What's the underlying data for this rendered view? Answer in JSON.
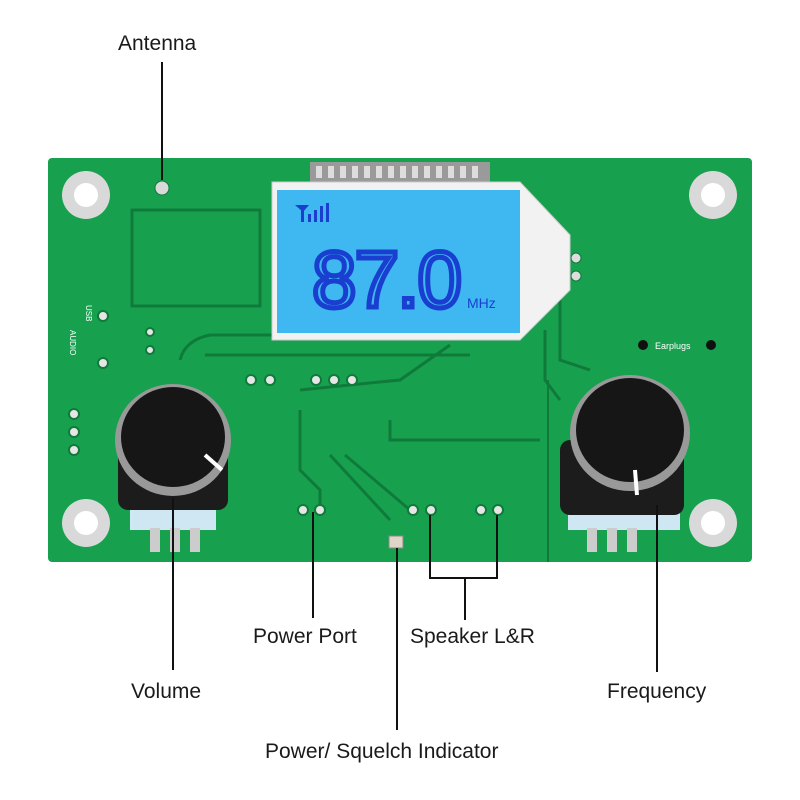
{
  "labels": {
    "antenna": "Antenna",
    "power_port": "Power Port",
    "speaker": "Speaker L&R",
    "volume": "Volume",
    "frequency": "Frequency",
    "indicator": "Power/ Squelch Indicator"
  },
  "lcd": {
    "frequency": "87.0",
    "unit": "MHz"
  },
  "silkscreen": {
    "earplugs": "Earplugs",
    "usb": "USB",
    "audio": "AUDIO"
  },
  "colors": {
    "board": "#17a14f",
    "lcd": "#3fb8f2",
    "segment": "#1a3fd0"
  }
}
